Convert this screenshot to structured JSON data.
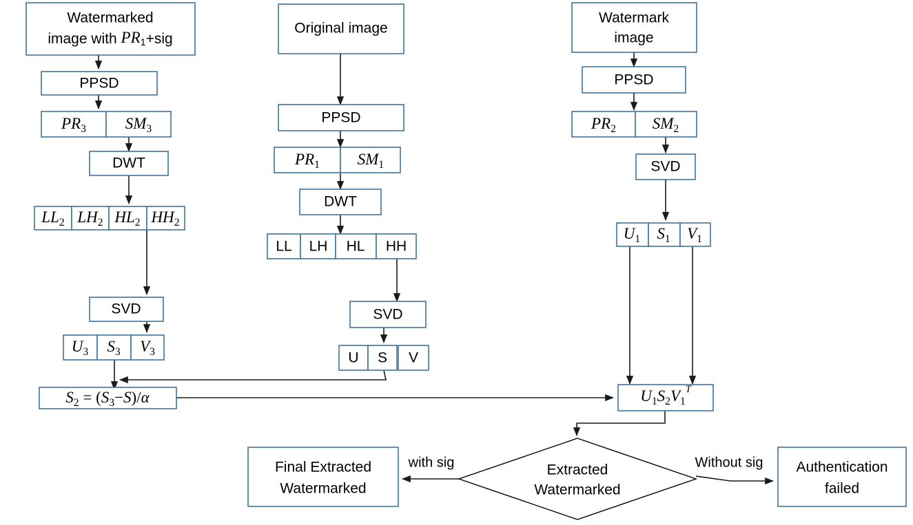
{
  "diagram": {
    "title": "Watermark extraction and authentication flowchart",
    "colors": {
      "box_border": "#41719C",
      "diamond_border": "#000000",
      "connector": "#1A1A1A",
      "background": "#FFFFFF"
    }
  },
  "columns": {
    "left": {
      "name": "watermarked-image-branch",
      "nodes": [
        {
          "id": "wm-img",
          "label_line1": "Watermarked",
          "label_line2_pre": "image with ",
          "label_math_base": "PR",
          "label_math_sub": "1",
          "label_line2_post": "+sig"
        },
        {
          "id": "ppsd-3",
          "label": "PPSD"
        },
        {
          "id": "pr3",
          "label_base": "PR",
          "label_sub": "3"
        },
        {
          "id": "sm3",
          "label_base": "SM",
          "label_sub": "3"
        },
        {
          "id": "dwt-3",
          "label": "DWT"
        },
        {
          "id": "ll2",
          "label_base": "LL",
          "label_sub": "2"
        },
        {
          "id": "lh2",
          "label_base": "LH",
          "label_sub": "2"
        },
        {
          "id": "hl2",
          "label_base": "HL",
          "label_sub": "2"
        },
        {
          "id": "hh2",
          "label_base": "HH",
          "label_sub": "2"
        },
        {
          "id": "svd-3",
          "label": "SVD"
        },
        {
          "id": "u3",
          "label_base": "U",
          "label_sub": "3"
        },
        {
          "id": "s3",
          "label_base": "S",
          "label_sub": "3"
        },
        {
          "id": "v3",
          "label_base": "V",
          "label_sub": "3"
        }
      ]
    },
    "middle": {
      "name": "original-image-branch",
      "nodes": [
        {
          "id": "orig-img",
          "label": "Original image"
        },
        {
          "id": "ppsd-1",
          "label": "PPSD"
        },
        {
          "id": "pr1",
          "label_base": "PR",
          "label_sub": "1"
        },
        {
          "id": "sm1",
          "label_base": "SM",
          "label_sub": "1"
        },
        {
          "id": "dwt-1",
          "label": "DWT"
        },
        {
          "id": "ll",
          "label": "LL"
        },
        {
          "id": "lh",
          "label": "LH"
        },
        {
          "id": "hl",
          "label": "HL"
        },
        {
          "id": "hh",
          "label": "HH"
        },
        {
          "id": "svd-1",
          "label": "SVD"
        },
        {
          "id": "u",
          "label": "U"
        },
        {
          "id": "s",
          "label": "S"
        },
        {
          "id": "v",
          "label": "V"
        }
      ]
    },
    "right": {
      "name": "watermark-image-branch",
      "nodes": [
        {
          "id": "wmk-img",
          "label_line1": "Watermark",
          "label_line2": "image"
        },
        {
          "id": "ppsd-2",
          "label": "PPSD"
        },
        {
          "id": "pr2",
          "label_base": "PR",
          "label_sub": "2"
        },
        {
          "id": "sm2",
          "label_base": "SM",
          "label_sub": "2"
        },
        {
          "id": "svd-2",
          "label": "SVD"
        },
        {
          "id": "u1",
          "label_base": "U",
          "label_sub": "1"
        },
        {
          "id": "s1",
          "label_base": "S",
          "label_sub": "1"
        },
        {
          "id": "v1",
          "label_base": "V",
          "label_sub": "1"
        }
      ]
    }
  },
  "bottom": {
    "formula": {
      "id": "s2-formula",
      "text": "S2 = (S3 - S)/α",
      "base1": "S",
      "sub1": "2",
      "eq": " = (",
      "base2": "S",
      "sub2": "3",
      "minus": "−",
      "base3": "S",
      "close": ")/",
      "alpha": "α"
    },
    "reconstruct": {
      "id": "u1s2v1t",
      "text": "U1S2V1^T",
      "u_base": "U",
      "u_sub": "1",
      "s_base": "S",
      "s_sub": "2",
      "v_base": "V",
      "v_sub": "1",
      "v_sup": "T"
    },
    "decision": {
      "id": "extracted-watermarked-decision",
      "line1": "Extracted",
      "line2": "Watermarked"
    },
    "edge_labels": {
      "left": "with sig",
      "right": "Without sig"
    },
    "outcome_success": {
      "id": "final-extracted-watermarked",
      "line1": "Final Extracted",
      "line2": "Watermarked"
    },
    "outcome_failure": {
      "id": "authentication-failed",
      "line1": "Authentication",
      "line2": "failed"
    }
  }
}
